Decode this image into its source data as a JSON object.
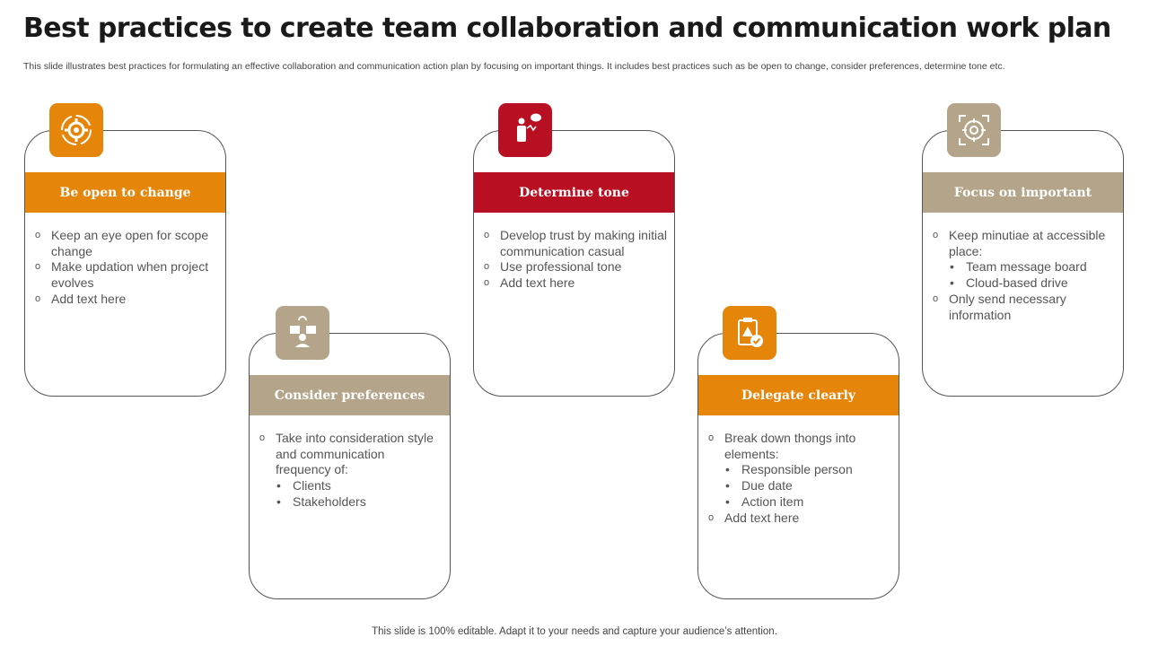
{
  "header": {
    "title": "Best practices to create team collaboration and communication work plan",
    "subtitle": "This slide illustrates best practices for formulating an effective collaboration and communication action plan by focusing on important things. It includes best practices such as be open to change, consider preferences, determine tone etc."
  },
  "footer": {
    "text": "This slide is 100% editable. Adapt it to your needs and capture your audience’s attention."
  },
  "colors": {
    "orange": "#E5850A",
    "red": "#B80F22",
    "tan": "#B4A58A"
  },
  "cards": [
    {
      "title": "Be open to change",
      "icon": "gear-cycle-icon",
      "lines": [
        "Keep an eye open for scope change",
        "Make updation when project evolves",
        "Add text here"
      ]
    },
    {
      "title": "Consider preferences",
      "icon": "team-preferences-icon",
      "lines": [
        "Take into consideration style and communication frequency of:"
      ],
      "sub": [
        "Clients",
        "Stakeholders"
      ]
    },
    {
      "title": "Determine tone",
      "icon": "speaker-tone-icon",
      "lines": [
        "Develop trust by making initial communication casual",
        "Use professional tone",
        "Add text here"
      ]
    },
    {
      "title": "Delegate clearly",
      "icon": "clipboard-check-icon",
      "lines": [
        "Break down thongs into elements:",
        "Add text here"
      ],
      "sub": [
        "Responsible person",
        "Due date",
        "Action item"
      ]
    },
    {
      "title": "Focus on important",
      "icon": "target-focus-icon",
      "lines": [
        "Keep minutiae at accessible place:",
        "Only send necessary information"
      ],
      "sub": [
        "Team message board",
        "Cloud-based drive"
      ]
    }
  ]
}
